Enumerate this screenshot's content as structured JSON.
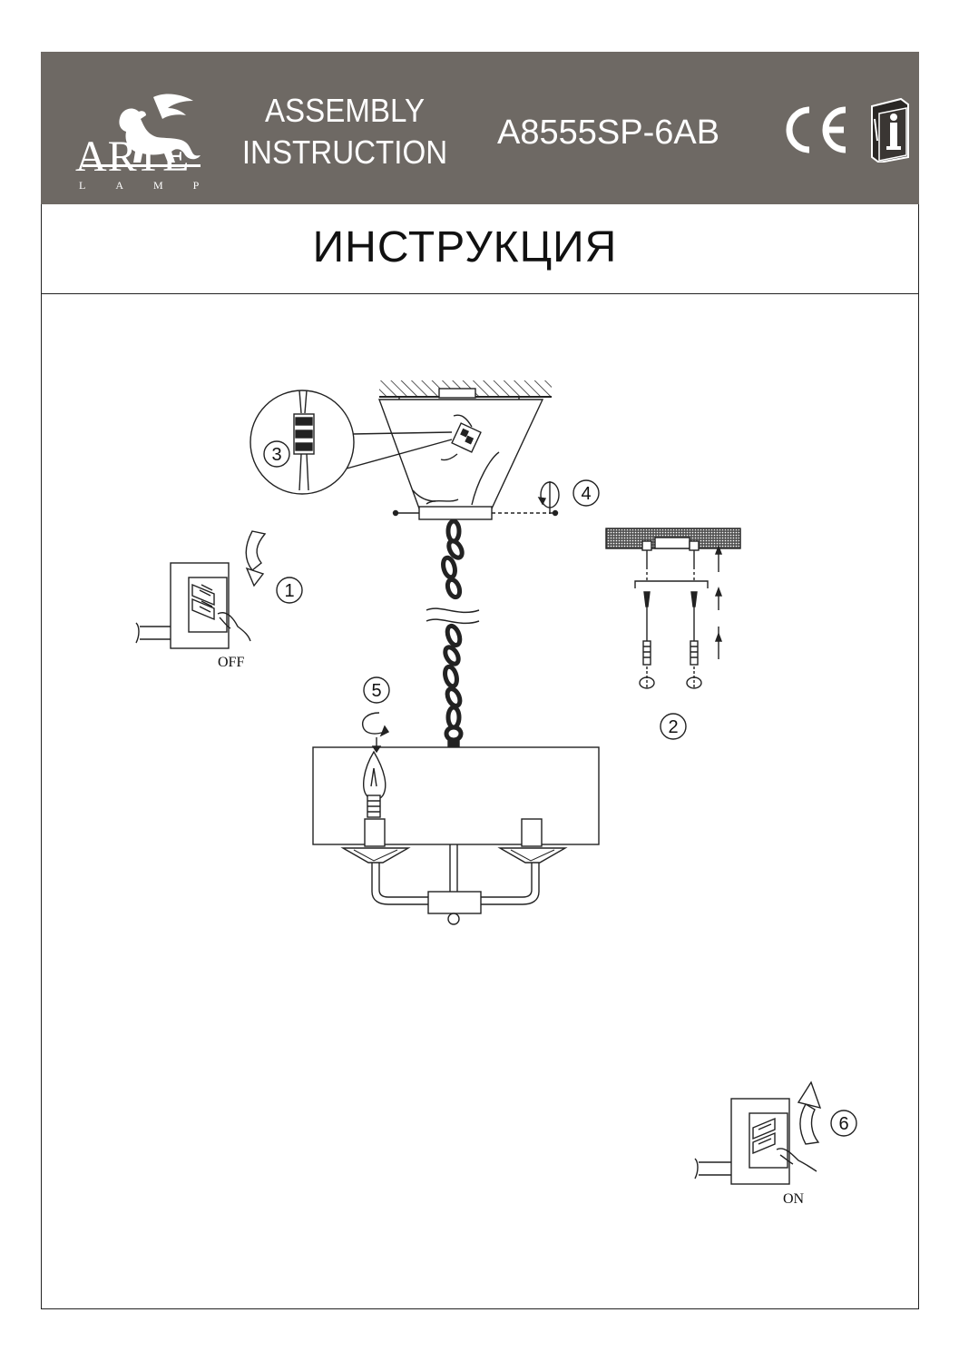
{
  "header": {
    "brand_name": "ARTE",
    "brand_sub": "LAMP",
    "doc_type_line1": "ASSEMBLY",
    "doc_type_line2": "INSTRUCTION",
    "model": "A8555SP-6AB",
    "cert_mark": "CE"
  },
  "title": "ИНСТРУКЦИЯ",
  "steps": {
    "s1": "1",
    "s2": "2",
    "s3": "3",
    "s4": "4",
    "s5": "5",
    "s6": "6"
  },
  "switch_labels": {
    "off": "OFF",
    "on": "ON"
  }
}
